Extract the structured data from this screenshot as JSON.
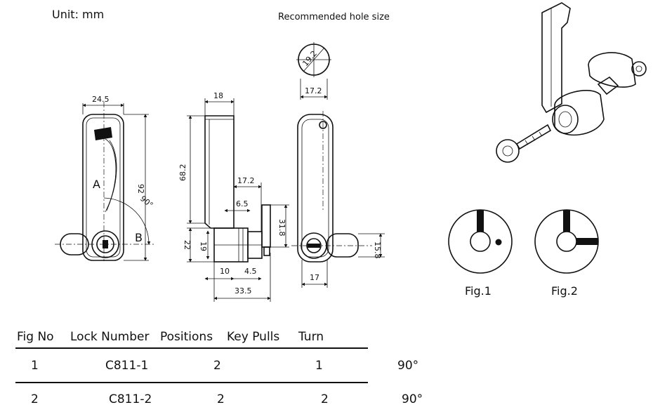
{
  "header": {
    "unit_label": "Unit: mm",
    "hole_size_label": "Recommended hole size"
  },
  "front_view": {
    "width_dim": "24.5",
    "height_dim": "92",
    "angle_dim": "90°",
    "label_a": "A",
    "label_b": "B"
  },
  "side_view": {
    "width_dim": "18",
    "height_dim": "68.2",
    "cyl_dim": "17.2",
    "dim_6_5": "6.5",
    "dim_31_8": "31.8",
    "dim_22": "22",
    "dim_19": "19",
    "dim_10": "10",
    "dim_4_5": "4.5",
    "dim_33_5": "33.5"
  },
  "back_view": {
    "hole_dia": "19.2",
    "hole_width": "17.2",
    "dim_15_8": "15.8",
    "dim_17": "17"
  },
  "figures": {
    "fig1_label": "Fig.1",
    "fig2_label": "Fig.2"
  },
  "table": {
    "headers": [
      "Fig No",
      "Lock Number",
      "Positions",
      "Key Pulls",
      "Turn"
    ],
    "rows": [
      {
        "fig_no": "1",
        "lock_number": "C811-1",
        "positions": "2",
        "key_pulls": "1",
        "turn": "90°"
      },
      {
        "fig_no": "2",
        "lock_number": "C811-2",
        "positions": "2",
        "key_pulls": "2",
        "turn": "90°"
      }
    ]
  }
}
